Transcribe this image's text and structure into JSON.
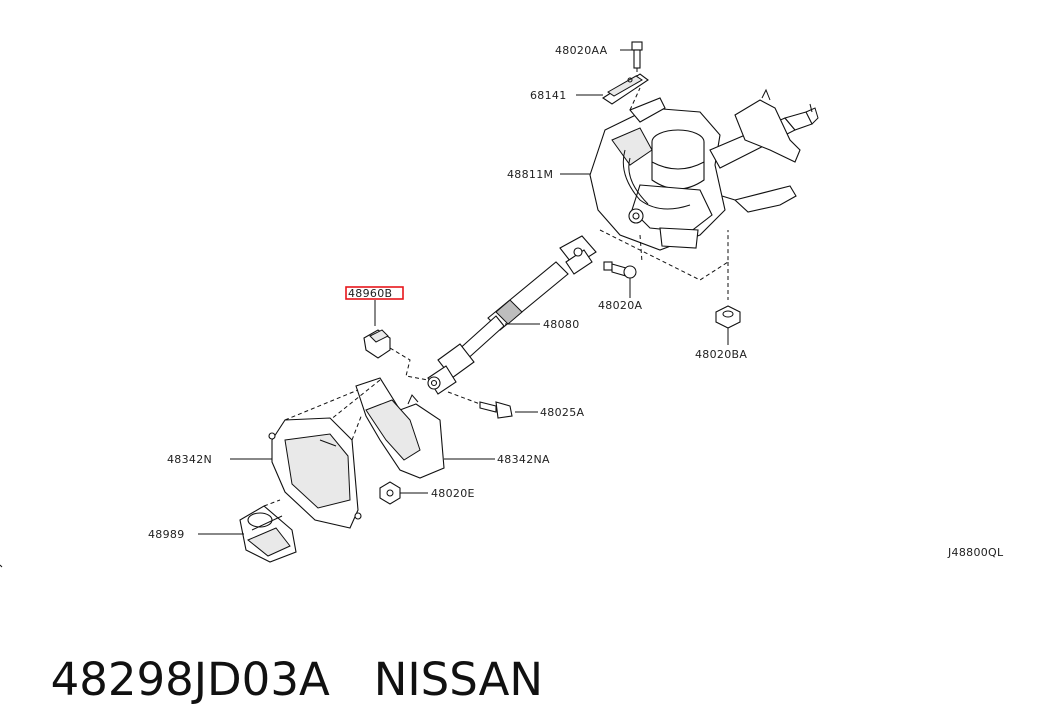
{
  "diagram_code": "J48800QL",
  "part_labels": {
    "p48020AA": "48020AA",
    "p68141": "68141",
    "p48811M": "48811M",
    "p48960B": "48960B",
    "p48080": "48080",
    "p48020A": "48020A",
    "p48020BA": "48020BA",
    "p48025A": "48025A",
    "p48342N": "48342N",
    "p48342NA": "48342NA",
    "p48020E": "48020E",
    "p48989": "48989"
  },
  "highlighted_part": "48960B",
  "caption": {
    "part_number": "48298JD03A",
    "brand": "NISSAN"
  },
  "highlight_color": "#e8161b"
}
